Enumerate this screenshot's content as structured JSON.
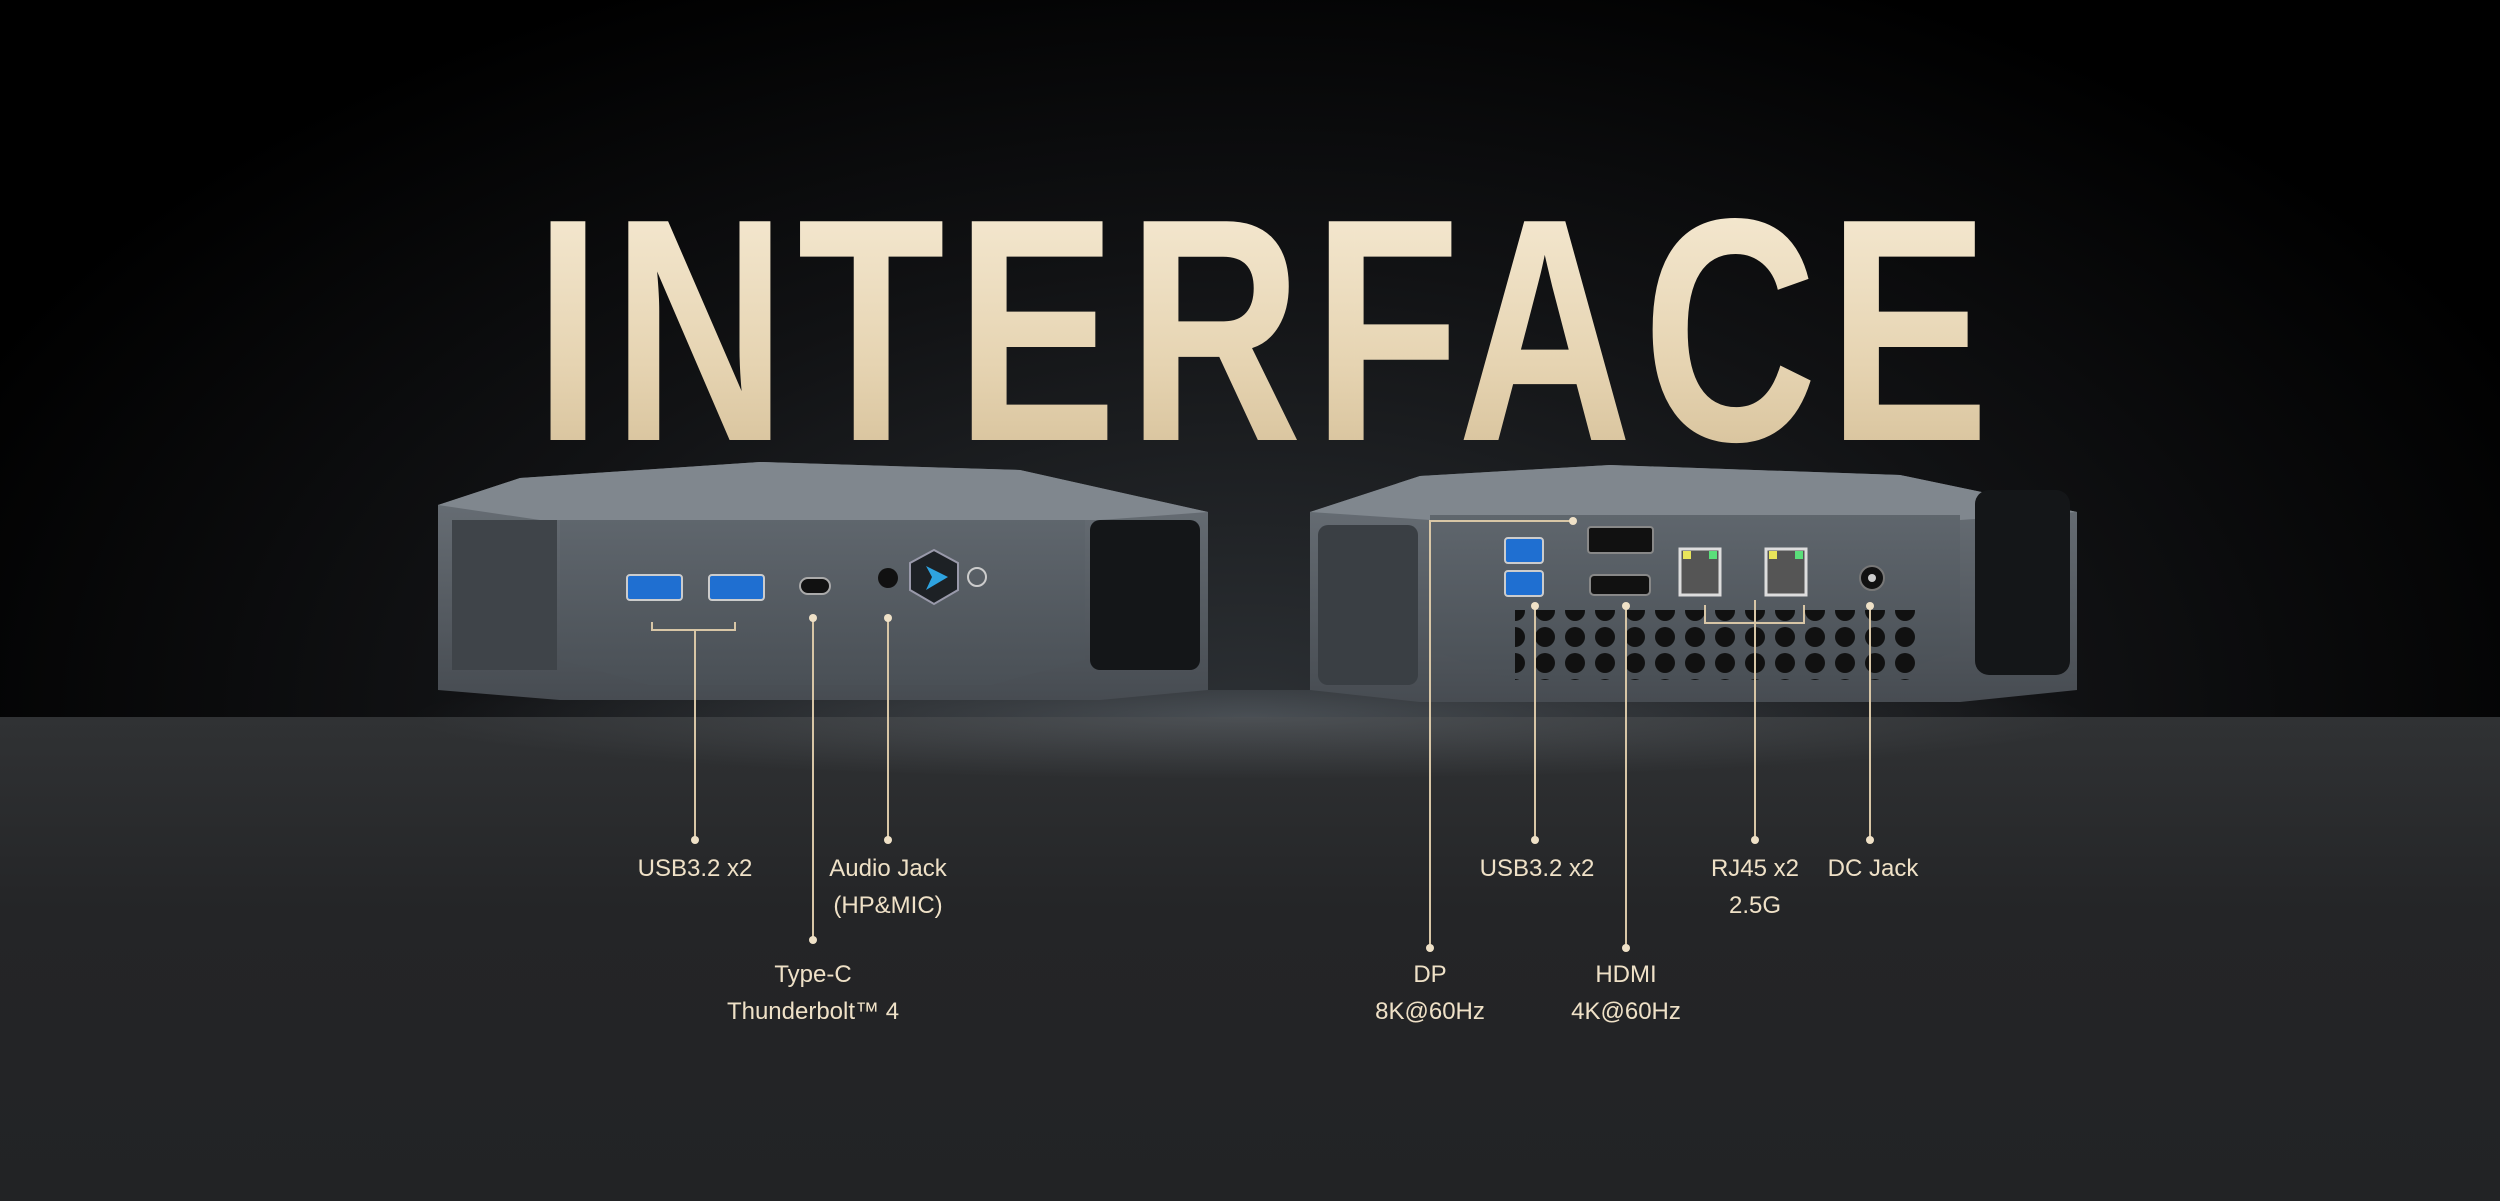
{
  "headline": "INTERFACE",
  "colors": {
    "accent": "#efe1c7",
    "title": "#eadbbd",
    "background_top": "#000000",
    "floor": "#242527",
    "device": "#5c6268"
  },
  "front_labels": [
    {
      "line1": "USB3.2 x2",
      "line2": ""
    },
    {
      "line1": "Audio Jack",
      "line2": "(HP&MIC)"
    },
    {
      "line1": "Type-C",
      "line2": "Thunderbolt™ 4"
    }
  ],
  "rear_labels": [
    {
      "line1": "USB3.2 x2",
      "line2": ""
    },
    {
      "line1": "RJ45 x2",
      "line2": "2.5G"
    },
    {
      "line1": "DC Jack",
      "line2": ""
    },
    {
      "line1": "DP",
      "line2": "8K@60Hz"
    },
    {
      "line1": "HDMI",
      "line2": "4K@60Hz"
    }
  ]
}
